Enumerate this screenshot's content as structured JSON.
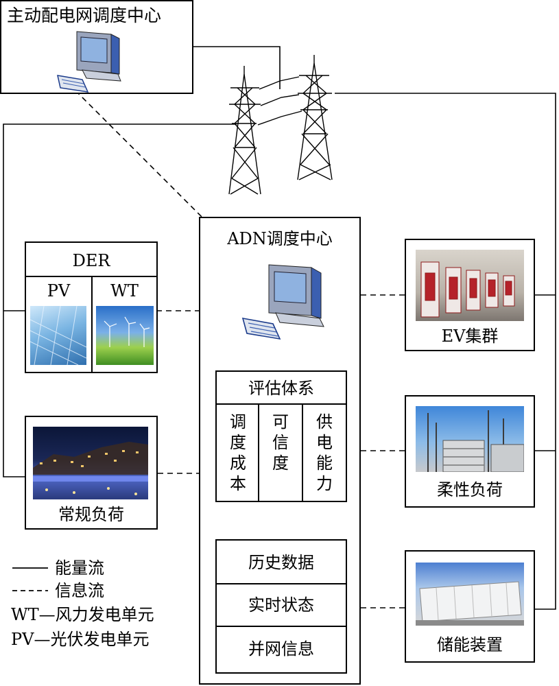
{
  "main_center": {
    "title": "主动配电网调度中心"
  },
  "adn_center": {
    "title": "ADN调度中心"
  },
  "der": {
    "title": "DER",
    "pv": "PV",
    "wt": "WT"
  },
  "normal_load": {
    "label": "常规负荷"
  },
  "ev": {
    "label": "EV集群"
  },
  "flex_load": {
    "label": "柔性负荷"
  },
  "storage": {
    "label": "储能装置"
  },
  "eval": {
    "title": "评估体系",
    "cols": [
      "调度成本",
      "可信度",
      "供电能力"
    ]
  },
  "data_rows": [
    "历史数据",
    "实时状态",
    "并网信息"
  ],
  "legend": {
    "energy": "能量流",
    "info": "信息流",
    "wt_def": "WT—风力发电单元",
    "pv_def": "PV—光伏发电单元"
  },
  "colors": {
    "line": "#000000",
    "monitor_blue": "#3b5fb0",
    "screen": "#8fb2e0"
  },
  "icons": [
    "computer-icon",
    "transmission-tower-icon"
  ]
}
